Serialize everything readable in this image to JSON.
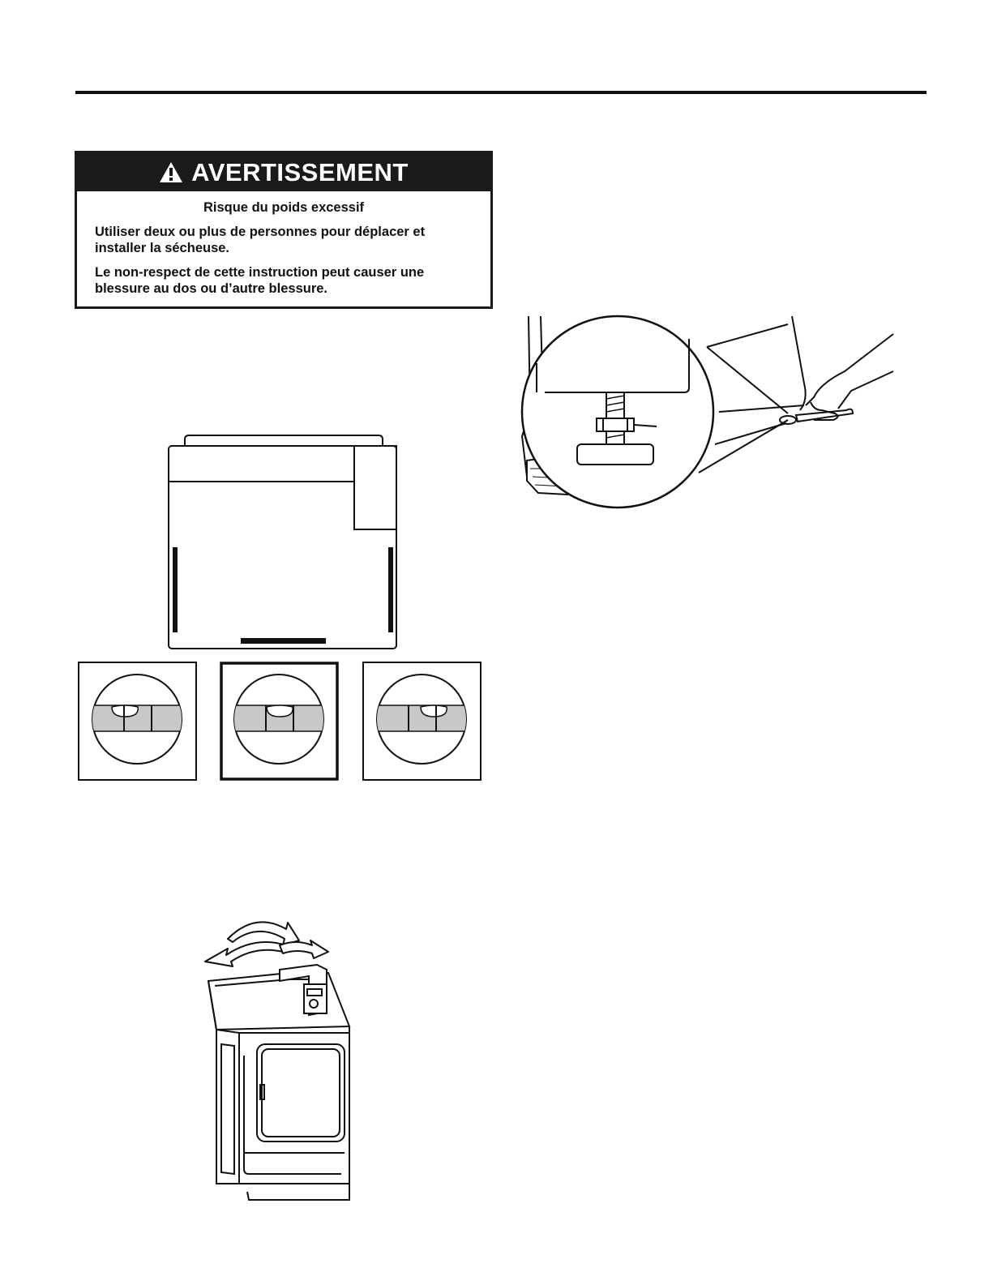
{
  "warning": {
    "title": "AVERTISSEMENT",
    "hazard": "Risque du poids excessif",
    "instruction": "Utiliser deux ou plus de personnes pour déplacer et installer la sécheuse.",
    "consequence": "Le non-respect de cette instruction peut causer une blessure au dos ou d’autre blessure."
  },
  "icons": {
    "warning_symbol": "warning-triangle-icon",
    "rock_arrows": "curved-double-arrow-icon"
  },
  "colors": {
    "ink": "#111111",
    "level_fill": "#c8c8c8"
  }
}
